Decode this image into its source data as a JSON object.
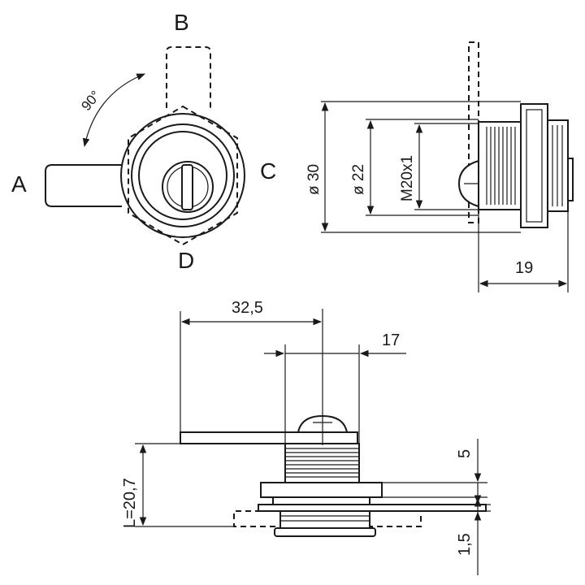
{
  "front_view": {
    "position_labels": {
      "a": "A",
      "b": "B",
      "c": "C",
      "d": "D"
    },
    "rotation_label": "90°"
  },
  "side_view": {
    "dims": {
      "outer_diameter": "ø 30",
      "bore_diameter": "ø 22",
      "thread": "M20x1",
      "depth": "19"
    }
  },
  "section_view": {
    "dims": {
      "cam_length": "32,5",
      "body_width": "17",
      "length": "L=20,7",
      "cam_thickness": "5",
      "plate_thickness": "1,5"
    }
  }
}
